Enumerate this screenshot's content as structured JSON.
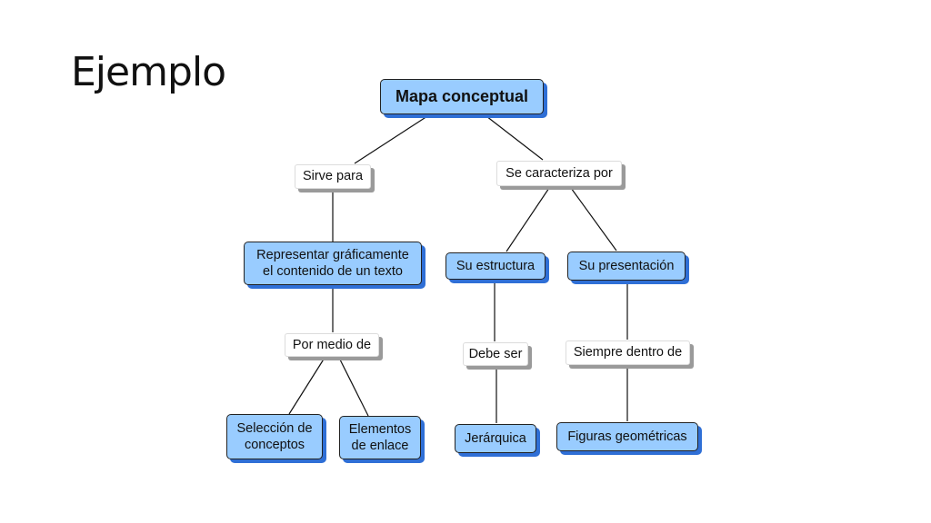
{
  "slide": {
    "title": "Ejemplo"
  },
  "map": {
    "root": "Mapa conceptual",
    "left": {
      "link1": "Sirve para",
      "concept1": [
        "Representar gráficamente",
        "el contenido de un texto"
      ],
      "link2": "Por medio de",
      "leaf_a": [
        "Selección de",
        "conceptos"
      ],
      "leaf_b": [
        "Elementos",
        "de enlace"
      ]
    },
    "right": {
      "link1": "Se caracteriza por",
      "branch_a": {
        "concept": "Su estructura",
        "link": "Debe ser",
        "leaf": "Jerárquica"
      },
      "branch_b": {
        "concept": "Su presentación",
        "link": "Siempre dentro de",
        "leaf": "Figuras geométricas"
      }
    }
  },
  "colors": {
    "concept_fill": "#99ccff",
    "concept_shadow": "#2f6fd6",
    "linking_shadow": "#9a9a9a"
  }
}
